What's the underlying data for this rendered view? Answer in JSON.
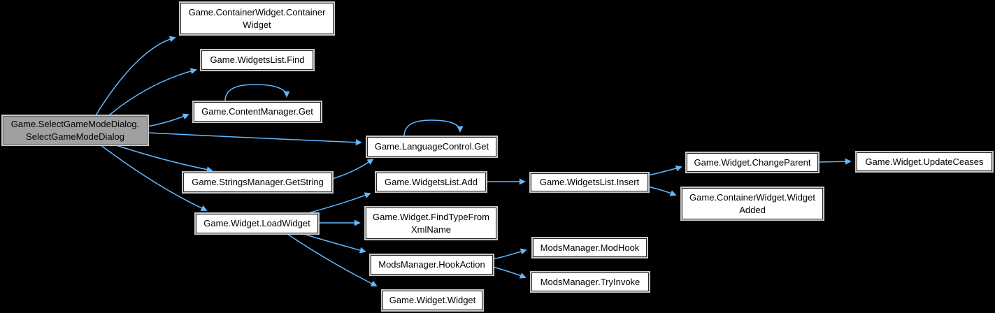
{
  "diagram": {
    "type": "call-graph",
    "colors": {
      "background": "#000000",
      "edge": "#63b8ff",
      "node_fill": "#ffffff",
      "node_border": "#262626",
      "node_outline": "#c6c6c6",
      "root_fill": "#a0a0a0",
      "root_border": "#6a6a6a",
      "text": "#000000"
    },
    "nodes": [
      {
        "id": "root",
        "label": "Game.SelectGameModeDialog.SelectGameModeDialog",
        "lines": [
          "Game.SelectGameModeDialog.",
          "SelectGameModeDialog"
        ],
        "is_root": true
      },
      {
        "id": "containerwidget-ctor",
        "label": "Game.ContainerWidget.ContainerWidget",
        "lines": [
          "Game.ContainerWidget.Container",
          "Widget"
        ],
        "is_root": false
      },
      {
        "id": "widgetslist-find",
        "label": "Game.WidgetsList.Find",
        "lines": [
          "Game.WidgetsList.Find"
        ],
        "is_root": false
      },
      {
        "id": "contentmanager-get",
        "label": "Game.ContentManager.Get",
        "lines": [
          "Game.ContentManager.Get"
        ],
        "is_root": false
      },
      {
        "id": "languagecontrol-get",
        "label": "Game.LanguageControl.Get",
        "lines": [
          "Game.LanguageControl.Get"
        ],
        "is_root": false
      },
      {
        "id": "stringsmanager-getstring",
        "label": "Game.StringsManager.GetString",
        "lines": [
          "Game.StringsManager.GetString"
        ],
        "is_root": false
      },
      {
        "id": "widget-loadwidget",
        "label": "Game.Widget.LoadWidget",
        "lines": [
          "Game.Widget.LoadWidget"
        ],
        "is_root": false
      },
      {
        "id": "widgetslist-add",
        "label": "Game.WidgetsList.Add",
        "lines": [
          "Game.WidgetsList.Add"
        ],
        "is_root": false
      },
      {
        "id": "widget-findtypefromxmlname",
        "label": "Game.Widget.FindTypeFromXmlName",
        "lines": [
          "Game.Widget.FindTypeFrom",
          "XmlName"
        ],
        "is_root": false
      },
      {
        "id": "modsmanager-hookaction",
        "label": "ModsManager.HookAction",
        "lines": [
          "ModsManager.HookAction"
        ],
        "is_root": false
      },
      {
        "id": "widget-widget",
        "label": "Game.Widget.Widget",
        "lines": [
          "Game.Widget.Widget"
        ],
        "is_root": false
      },
      {
        "id": "widgetslist-insert",
        "label": "Game.WidgetsList.Insert",
        "lines": [
          "Game.WidgetsList.Insert"
        ],
        "is_root": false
      },
      {
        "id": "modsmanager-modhook",
        "label": "ModsManager.ModHook",
        "lines": [
          "ModsManager.ModHook"
        ],
        "is_root": false
      },
      {
        "id": "modsmanager-tryinvoke",
        "label": "ModsManager.TryInvoke",
        "lines": [
          "ModsManager.TryInvoke"
        ],
        "is_root": false
      },
      {
        "id": "widget-changeparent",
        "label": "Game.Widget.ChangeParent",
        "lines": [
          "Game.Widget.ChangeParent"
        ],
        "is_root": false
      },
      {
        "id": "containerwidget-widgetadded",
        "label": "Game.ContainerWidget.WidgetAdded",
        "lines": [
          "Game.ContainerWidget.Widget",
          "Added"
        ],
        "is_root": false
      },
      {
        "id": "widget-updateceases",
        "label": "Game.Widget.UpdateCeases",
        "lines": [
          "Game.Widget.UpdateCeases"
        ],
        "is_root": false
      }
    ],
    "edges": [
      {
        "from": "root",
        "to": "containerwidget-ctor"
      },
      {
        "from": "root",
        "to": "widgetslist-find"
      },
      {
        "from": "root",
        "to": "contentmanager-get"
      },
      {
        "from": "root",
        "to": "languagecontrol-get"
      },
      {
        "from": "root",
        "to": "stringsmanager-getstring"
      },
      {
        "from": "root",
        "to": "widget-loadwidget"
      },
      {
        "from": "contentmanager-get",
        "to": "contentmanager-get"
      },
      {
        "from": "languagecontrol-get",
        "to": "languagecontrol-get"
      },
      {
        "from": "stringsmanager-getstring",
        "to": "languagecontrol-get"
      },
      {
        "from": "widget-loadwidget",
        "to": "widgetslist-add"
      },
      {
        "from": "widget-loadwidget",
        "to": "widget-findtypefromxmlname"
      },
      {
        "from": "widget-loadwidget",
        "to": "modsmanager-hookaction"
      },
      {
        "from": "widget-loadwidget",
        "to": "widget-widget"
      },
      {
        "from": "widgetslist-add",
        "to": "widgetslist-insert"
      },
      {
        "from": "widgetslist-insert",
        "to": "widget-changeparent"
      },
      {
        "from": "widgetslist-insert",
        "to": "containerwidget-widgetadded"
      },
      {
        "from": "widget-changeparent",
        "to": "widget-updateceases"
      },
      {
        "from": "modsmanager-hookaction",
        "to": "modsmanager-modhook"
      },
      {
        "from": "modsmanager-hookaction",
        "to": "modsmanager-tryinvoke"
      }
    ]
  }
}
